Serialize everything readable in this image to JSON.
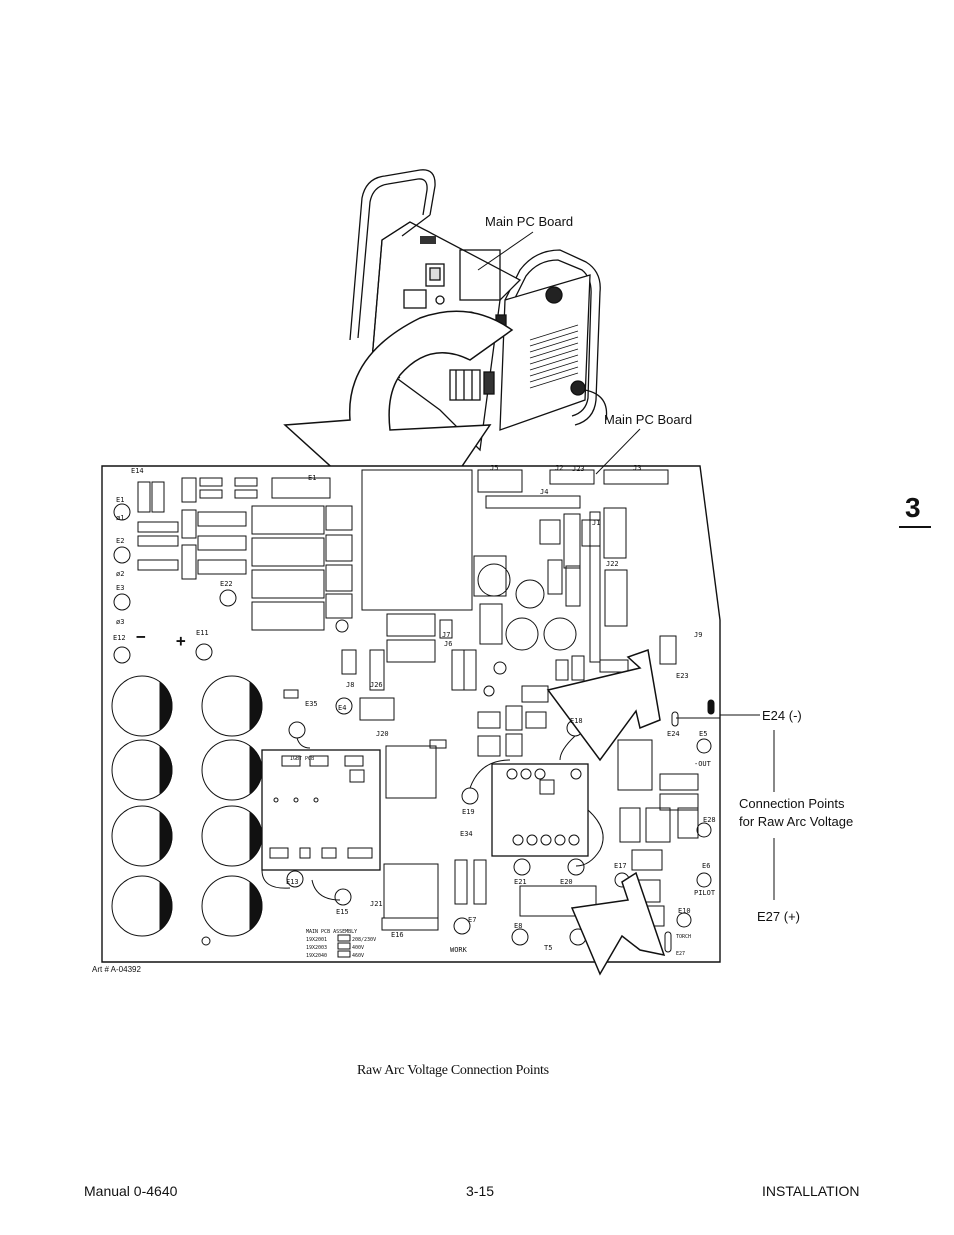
{
  "callouts": {
    "main_pc_board_top": "Main PC Board",
    "main_pc_board_mid": "Main PC Board",
    "e24": "E24 (-)",
    "connection_points_line1": "Connection Points",
    "connection_points_line2": "for Raw Arc Voltage",
    "e27": "E27 (+)"
  },
  "art_number": "Art # A-04392",
  "caption": "Raw Arc Voltage Connection Points",
  "section_tab": "3",
  "footer": {
    "manual": "Manual 0-4640",
    "page": "3-15",
    "section": "INSTALLATION"
  },
  "board_labels": {
    "e1": "E1",
    "e2": "E2",
    "e3": "E3",
    "e4": "E4",
    "e5": "E5",
    "e6": "E6",
    "e7": "E7",
    "e8": "E8",
    "e10": "E10",
    "e11": "E11",
    "e12": "E12",
    "e13": "E13",
    "e14": "E14",
    "e15": "E15",
    "e16": "E16",
    "e17": "E17",
    "e18": "E18",
    "e19": "E19",
    "e20": "E20",
    "e21": "E21",
    "e22": "E22",
    "e23": "E23",
    "e24": "E24",
    "e27": "E27",
    "e28": "E28",
    "e34": "E34",
    "e35": "E35",
    "j1": "J1",
    "j2": "J2",
    "j3": "J3",
    "j4": "J4",
    "j5": "J5",
    "j6": "J6",
    "j7": "J7",
    "j8": "J8",
    "j9": "J9",
    "j20": "J20",
    "j21": "J21",
    "j22": "J22",
    "j23": "J23",
    "j26": "J26",
    "t5": "T5",
    "work": "WORK",
    "pilot": "PILOT",
    "out": "-OUT",
    "torch": "TORCH",
    "phi1": "ø1",
    "phi2": "ø2",
    "phi3": "ø3",
    "igbt": "IGBT PCB",
    "assy": "MAIN PCB ASSEMBLY",
    "assy_row1": "19X2001",
    "assy_row1_v": "208/230V",
    "assy_row2": "19X2003",
    "assy_row2_v": "400V",
    "assy_row3": "19X2040",
    "assy_row3_v": "460V"
  }
}
